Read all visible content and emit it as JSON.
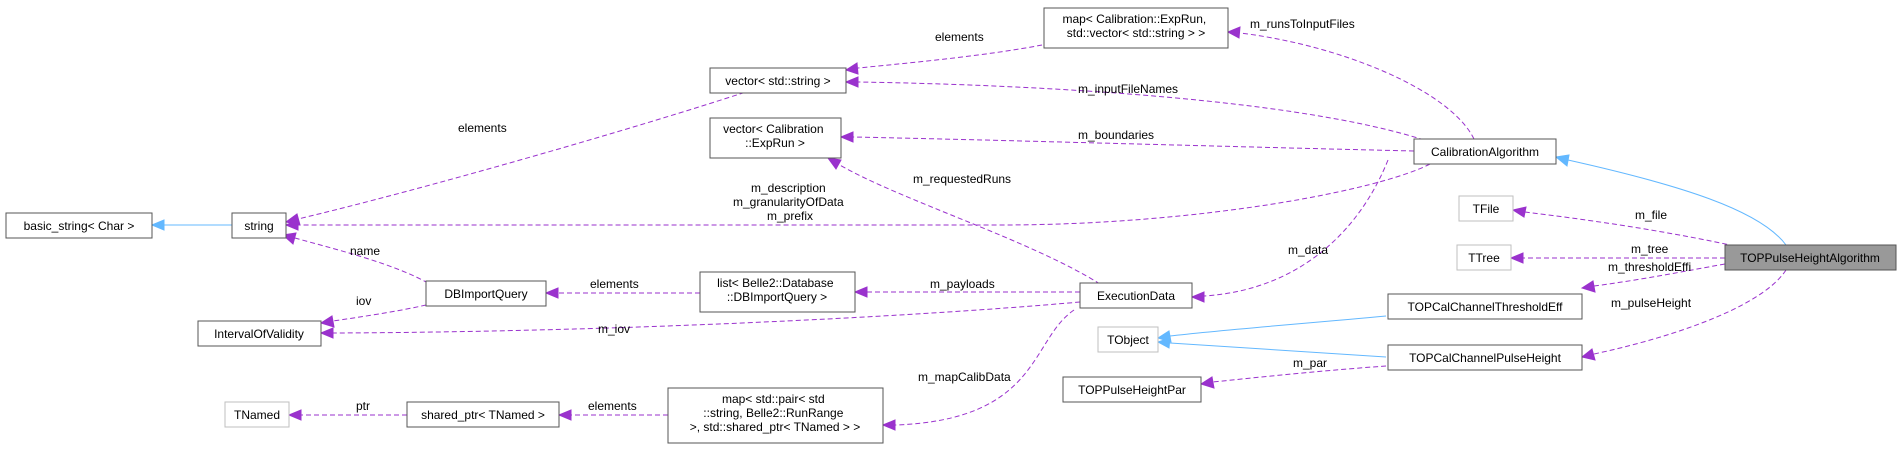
{
  "nodes": {
    "basic_string": [
      "basic_string< Char >"
    ],
    "string": [
      "string"
    ],
    "vector_string": [
      "vector< std::string >"
    ],
    "map_exprun": [
      "map< Calibration::ExpRun,",
      "std::vector< std::string > >"
    ],
    "vector_exprun": [
      "vector< Calibration",
      "::ExpRun >"
    ],
    "calibration_algorithm": [
      "CalibrationAlgorithm"
    ],
    "interval_of_validity": [
      "IntervalOfValidity"
    ],
    "db_import_query": [
      "DBImportQuery"
    ],
    "list_dbimport": [
      "list< Belle2::Database",
      "::DBImportQuery >"
    ],
    "execution_data": [
      "ExecutionData"
    ],
    "tnamed": [
      "TNamed"
    ],
    "shared_ptr": [
      "shared_ptr< TNamed >"
    ],
    "map_pair": [
      "map< std::pair< std",
      "::string, Belle2::RunRange",
      ">, std::shared_ptr< TNamed > >"
    ],
    "tfile": [
      "TFile"
    ],
    "ttree": [
      "TTree"
    ],
    "tobject": [
      "TObject"
    ],
    "threshold_eff": [
      "TOPCalChannelThresholdEff"
    ],
    "pulse_height": [
      "TOPCalChannelPulseHeight"
    ],
    "pulse_height_par": [
      "TOPPulseHeightPar"
    ],
    "top_algorithm": [
      "TOPPulseHeightAlgorithm"
    ]
  },
  "edges": {
    "elements_vector_string": [
      "elements"
    ],
    "elements_map_exprun": [
      "elements"
    ],
    "m_runs_to_input_files": [
      "m_runsToInputFiles"
    ],
    "m_input_file_names": [
      "m_inputFileNames"
    ],
    "m_boundaries": [
      "m_boundaries"
    ],
    "m_requested_runs": [
      "m_requestedRuns"
    ],
    "m_string_members": [
      "m_description",
      "m_granularityOfData",
      "m_prefix"
    ],
    "name": [
      "name"
    ],
    "iov": [
      "iov"
    ],
    "elements_list": [
      "elements"
    ],
    "m_payloads": [
      "m_payloads"
    ],
    "m_data": [
      "m_data"
    ],
    "m_iov": [
      "m_iov"
    ],
    "m_map_calib_data": [
      "m_mapCalibData"
    ],
    "ptr": [
      "ptr"
    ],
    "elements_shared_ptr": [
      "elements"
    ],
    "m_file": [
      "m_file"
    ],
    "m_tree": [
      "m_tree"
    ],
    "m_threshold_effi": [
      "m_thresholdEffi"
    ],
    "m_pulse_height": [
      "m_pulseHeight"
    ],
    "m_par": [
      "m_par"
    ]
  },
  "colors": {
    "usage_edge": "#9a32cd",
    "inheritance_edge": "#63b8ff",
    "node_border": "#555555",
    "external_node_border": "#bfbfbf",
    "focus_node_fill": "#999999"
  }
}
